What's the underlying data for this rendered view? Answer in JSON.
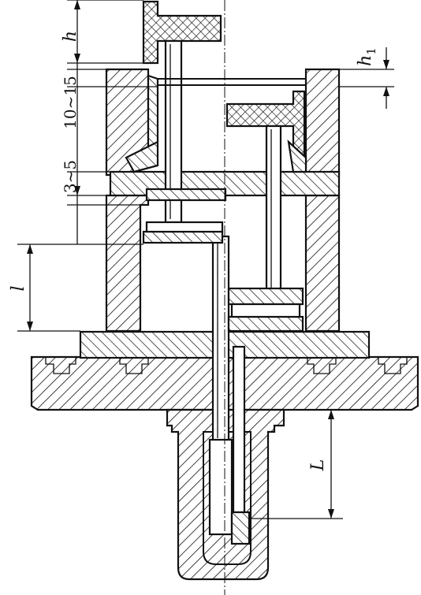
{
  "labels": {
    "h": "h",
    "h1": "h",
    "h1_sub": "1",
    "range_top": "10~15",
    "range_mid": "3~5",
    "l": "l",
    "L": "L"
  }
}
